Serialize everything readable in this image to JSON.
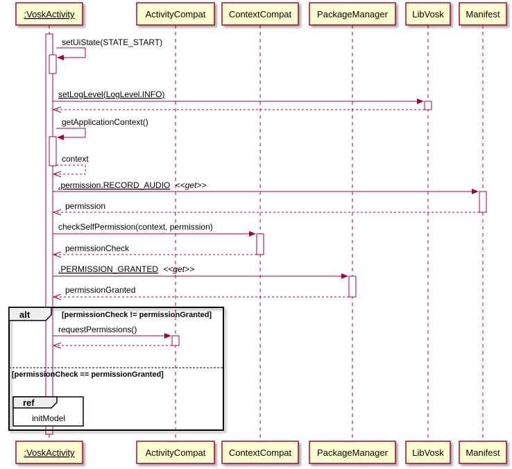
{
  "participants": [
    {
      "id": "vosk",
      "label": ":VoskActivity",
      "underline": true
    },
    {
      "id": "ac",
      "label": "ActivityCompat",
      "underline": false
    },
    {
      "id": "cc",
      "label": "ContextCompat",
      "underline": false
    },
    {
      "id": "pm",
      "label": "PackageManager",
      "underline": false
    },
    {
      "id": "lib",
      "label": "LibVosk",
      "underline": false
    },
    {
      "id": "man",
      "label": "Manifest",
      "underline": false
    }
  ],
  "messages": [
    {
      "id": "m1",
      "label": "setUiState(STATE_START)",
      "type": "self",
      "underline": false
    },
    {
      "id": "m2",
      "label": "setLogLevel(LogLevel.INFO)",
      "type": "call",
      "underline": true
    },
    {
      "id": "m3",
      "label": "getApplicationContext()",
      "type": "self",
      "underline": false
    },
    {
      "id": "m4",
      "label": "context",
      "type": "self-return",
      "underline": false
    },
    {
      "id": "m5",
      "label": ".permission.RECORD_AUDIO",
      "stereotype": "<<get>>",
      "type": "call",
      "underline": true
    },
    {
      "id": "m6",
      "label": "permission",
      "type": "return",
      "underline": false
    },
    {
      "id": "m7",
      "label": "checkSelfPermission(context, permission)",
      "type": "call",
      "underline": false
    },
    {
      "id": "m8",
      "label": "permissionCheck",
      "type": "return",
      "underline": false
    },
    {
      "id": "m9",
      "label": ".PERMISSION_GRANTED",
      "stereotype": "<<get>>",
      "type": "call",
      "underline": true
    },
    {
      "id": "m10",
      "label": "permissionGranted",
      "type": "return",
      "underline": false
    },
    {
      "id": "m11",
      "label": "requestPermissions()",
      "type": "call",
      "underline": false
    }
  ],
  "fragments": {
    "alt": {
      "keyword": "alt",
      "guard1": "[permissionCheck != permissionGranted]",
      "guard2": "[permissionCheck == permissionGranted]"
    },
    "ref": {
      "keyword": "ref",
      "text": "initModel"
    }
  },
  "colors": {
    "participant_fill": "#FEFECE",
    "participant_border": "#A80036",
    "arrow": "#A80036",
    "lifeline": "#A80036",
    "text": "#000000"
  }
}
